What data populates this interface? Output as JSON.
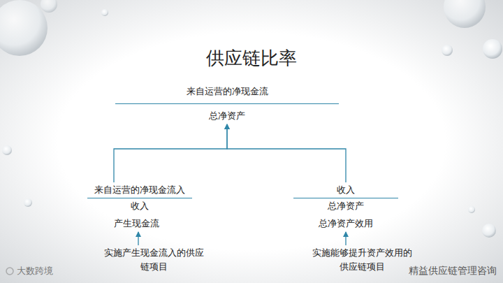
{
  "diagram": {
    "title": "供应链比率",
    "nodes": [
      {
        "text": [
          "来自运营的净现金流",
          "总净资产"
        ]
      },
      {
        "text": [
          "来自运营的净现金流入",
          "收入"
        ]
      },
      {
        "text": [
          "收入",
          "总净资产"
        ]
      },
      {
        "text": [
          "产生现金流"
        ]
      },
      {
        "text": [
          "总净资产效用"
        ]
      },
      {
        "text": [
          "实施产生现金流入的供应链项目"
        ]
      },
      {
        "text": [
          "实施能够提升资产效用的供应链项目"
        ]
      }
    ],
    "edges": [
      {
        "from": 1,
        "to": 0,
        "arrow": "to"
      },
      {
        "from": 2,
        "to": 0,
        "arrow": "to"
      },
      {
        "from": 5,
        "to": 3,
        "arrow": "to"
      },
      {
        "from": 6,
        "to": 4,
        "arrow": "to"
      }
    ],
    "labels": [
      "大数跨境",
      "精益供应链管理咨询"
    ]
  }
}
